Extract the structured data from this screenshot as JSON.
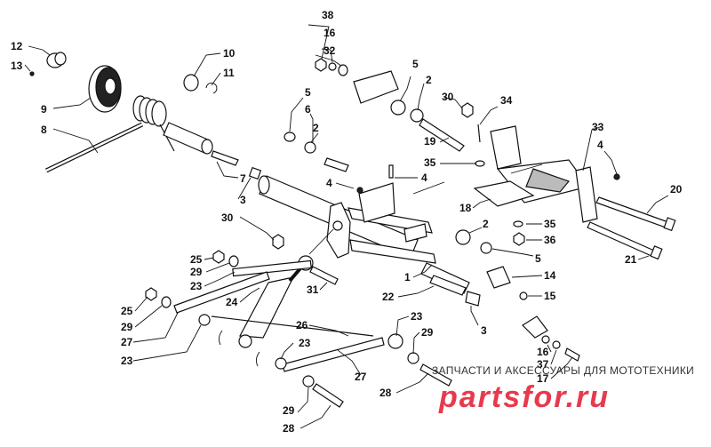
{
  "diagram": {
    "callouts": [
      {
        "id": "c12",
        "label": "12"
      },
      {
        "id": "c13",
        "label": "13"
      },
      {
        "id": "c10",
        "label": "10"
      },
      {
        "id": "c11",
        "label": "11"
      },
      {
        "id": "c9",
        "label": "9"
      },
      {
        "id": "c8",
        "label": "8"
      },
      {
        "id": "c7",
        "label": "7"
      },
      {
        "id": "c3a",
        "label": "3"
      },
      {
        "id": "c30a",
        "label": "30"
      },
      {
        "id": "c4a",
        "label": "4"
      },
      {
        "id": "c5a",
        "label": "5"
      },
      {
        "id": "c6",
        "label": "6"
      },
      {
        "id": "c2a",
        "label": "2"
      },
      {
        "id": "c38",
        "label": "38"
      },
      {
        "id": "c16a",
        "label": "16"
      },
      {
        "id": "c32",
        "label": "32"
      },
      {
        "id": "c5b",
        "label": "5"
      },
      {
        "id": "c2b",
        "label": "2"
      },
      {
        "id": "c30b",
        "label": "30"
      },
      {
        "id": "c34",
        "label": "34"
      },
      {
        "id": "c19",
        "label": "19"
      },
      {
        "id": "c35a",
        "label": "35"
      },
      {
        "id": "c4b",
        "label": "4"
      },
      {
        "id": "c33",
        "label": "33"
      },
      {
        "id": "c4c",
        "label": "4"
      },
      {
        "id": "c20",
        "label": "20"
      },
      {
        "id": "c18",
        "label": "18"
      },
      {
        "id": "c35b",
        "label": "35"
      },
      {
        "id": "c36",
        "label": "36"
      },
      {
        "id": "c2c",
        "label": "2"
      },
      {
        "id": "c5c",
        "label": "5"
      },
      {
        "id": "c21",
        "label": "21"
      },
      {
        "id": "c14",
        "label": "14"
      },
      {
        "id": "c15",
        "label": "15"
      },
      {
        "id": "c1",
        "label": "1"
      },
      {
        "id": "c22",
        "label": "22"
      },
      {
        "id": "c31",
        "label": "31"
      },
      {
        "id": "c25a",
        "label": "25"
      },
      {
        "id": "c29a",
        "label": "29"
      },
      {
        "id": "c23a",
        "label": "23"
      },
      {
        "id": "c24",
        "label": "24"
      },
      {
        "id": "c25b",
        "label": "25"
      },
      {
        "id": "c29b",
        "label": "29"
      },
      {
        "id": "c27a",
        "label": "27"
      },
      {
        "id": "c23b",
        "label": "23"
      },
      {
        "id": "c26",
        "label": "26"
      },
      {
        "id": "c23c",
        "label": "23"
      },
      {
        "id": "c23d",
        "label": "23"
      },
      {
        "id": "c29c",
        "label": "29"
      },
      {
        "id": "c3b",
        "label": "3"
      },
      {
        "id": "c27b",
        "label": "27"
      },
      {
        "id": "c28a",
        "label": "28"
      },
      {
        "id": "c29d",
        "label": "29"
      },
      {
        "id": "c28b",
        "label": "28"
      },
      {
        "id": "c16b",
        "label": "16"
      },
      {
        "id": "c37",
        "label": "37"
      },
      {
        "id": "c17",
        "label": "17"
      }
    ]
  },
  "watermark": {
    "caption": "ЗАПЧАСТИ И АКСЕССУАРЫ ДЛЯ МОТОТЕХНИКИ",
    "logo": "partsfor.ru"
  }
}
